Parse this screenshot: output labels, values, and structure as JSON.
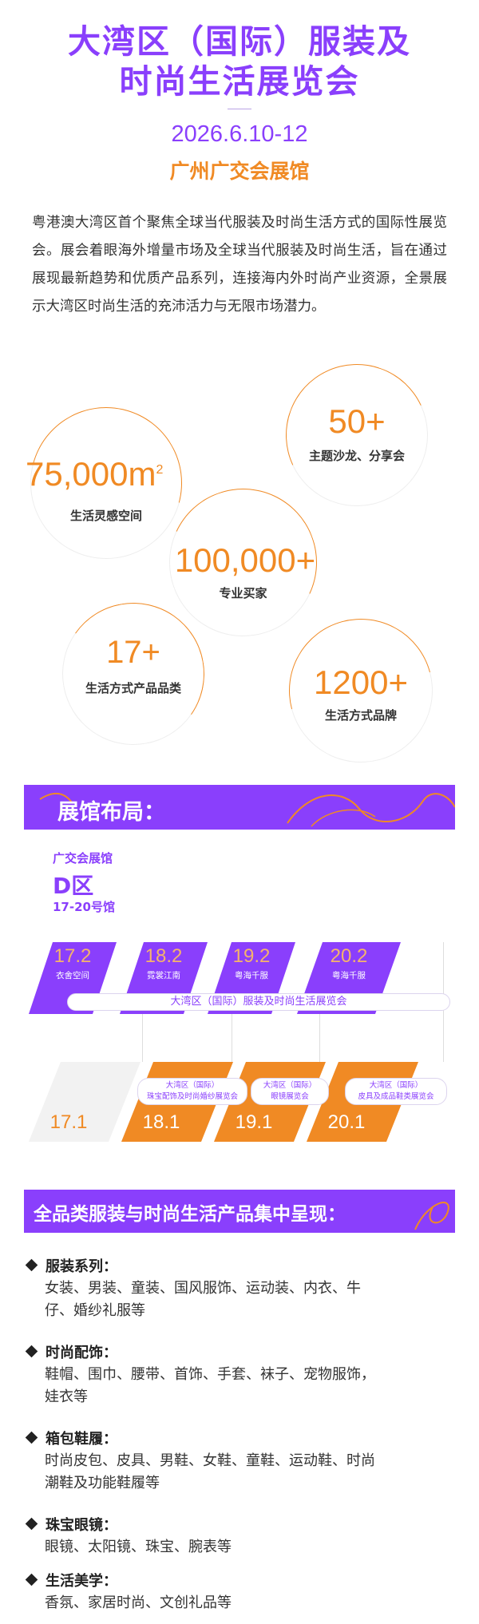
{
  "header": {
    "title_line1": "大湾区（国际）服装及",
    "title_line2": "时尚生活展览会",
    "date": "2026.6.10-12",
    "venue": "广州广交会展馆"
  },
  "intro": "粤港澳大湾区首个聚焦全球当代服装及时尚生活方式的国际性展览会。展会着眼海外增量市场及全球当代服装及时尚生活，旨在通过展现最新趋势和优质产品系列，连接海内外时尚产业资源，全景展示大湾区时尚生活的充沛活力与无限市场潜力。",
  "stats": [
    {
      "value": "75,000m",
      "sup": "2",
      "label": "生活灵感空间"
    },
    {
      "value": "50+",
      "label": "主题沙龙、分享会"
    },
    {
      "value": "100,000+",
      "label": "专业买家"
    },
    {
      "value": "17+",
      "label": "生活方式产品品类"
    },
    {
      "value": "1200+",
      "label": "生活方式品牌"
    }
  ],
  "layout": {
    "banner_title": "展馆布局：",
    "complex": "广交会展馆",
    "zone": "D区",
    "halls_range": "17-20号馆",
    "upper_halls": [
      {
        "num": "17.2",
        "sub": "衣舍空间"
      },
      {
        "num": "18.2",
        "sub": "霓裳江南"
      },
      {
        "num": "19.2",
        "sub": "粤海千服"
      },
      {
        "num": "20.2",
        "sub": "粤海千服"
      }
    ],
    "upper_banner": "大湾区（国际）服装及时尚生活展览会",
    "lower_halls": [
      {
        "num": "17.1"
      },
      {
        "num": "18.1",
        "label_top": "大湾区（国际）",
        "label_bottom": "珠宝配饰及时尚婚纱展览会"
      },
      {
        "num": "19.1",
        "label_top": "大湾区（国际）",
        "label_bottom": "眼镜展览会"
      },
      {
        "num": "20.1",
        "label_top": "大湾区（国际）",
        "label_bottom": "皮具及成品鞋类展览会"
      }
    ],
    "colors": {
      "purple": "#8a3ffc",
      "orange": "#f08a24",
      "grey": "#f2f2f2"
    }
  },
  "products": {
    "banner_title": "全品类服装与时尚生活产品集中呈现：",
    "categories": [
      {
        "name": "服装系列：",
        "line1": "女装、男装、童装、国风服饰、运动装、内衣、牛",
        "line2": "仔、婚纱礼服等"
      },
      {
        "name": "时尚配饰：",
        "line1": "鞋帽、围巾、腰带、首饰、手套、袜子、宠物服饰，",
        "line2": "娃衣等"
      },
      {
        "name": "箱包鞋履：",
        "line1": "时尚皮包、皮具、男鞋、女鞋、童鞋、运动鞋、时尚",
        "line2": "潮鞋及功能鞋履等"
      },
      {
        "name": "珠宝眼镜：",
        "line1": "眼镜、太阳镜、珠宝、腕表等"
      },
      {
        "name": "生活美学：",
        "line1": "香氛、家居时尚、文创礼品等"
      }
    ]
  }
}
